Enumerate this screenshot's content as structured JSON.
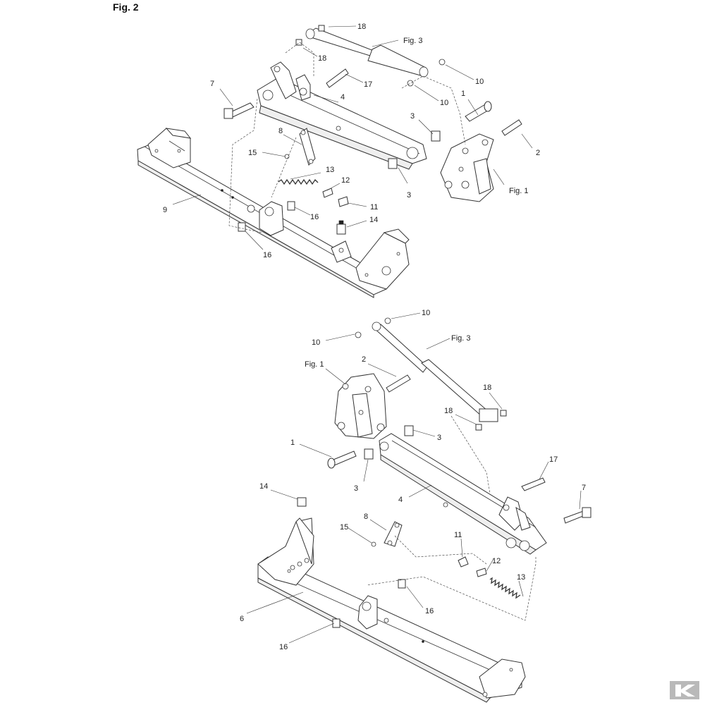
{
  "figure": {
    "title": "Fig. 2"
  },
  "top_assembly": {
    "fig_refs": [
      "Fig. 3",
      "Fig. 1"
    ],
    "callouts": [
      "18",
      "18",
      "17",
      "10",
      "10",
      "1",
      "4",
      "7",
      "3",
      "8",
      "2",
      "15",
      "13",
      "3",
      "12",
      "11",
      "9",
      "16",
      "14",
      "16"
    ]
  },
  "bottom_assembly": {
    "fig_refs": [
      "Fig. 3",
      "Fig. 1"
    ],
    "callouts": [
      "10",
      "10",
      "2",
      "18",
      "18",
      "3",
      "1",
      "3",
      "4",
      "17",
      "7",
      "14",
      "8",
      "15",
      "11",
      "12",
      "13",
      "6",
      "16",
      "16"
    ]
  },
  "logo": {
    "name": "kramp-logo-icon"
  }
}
